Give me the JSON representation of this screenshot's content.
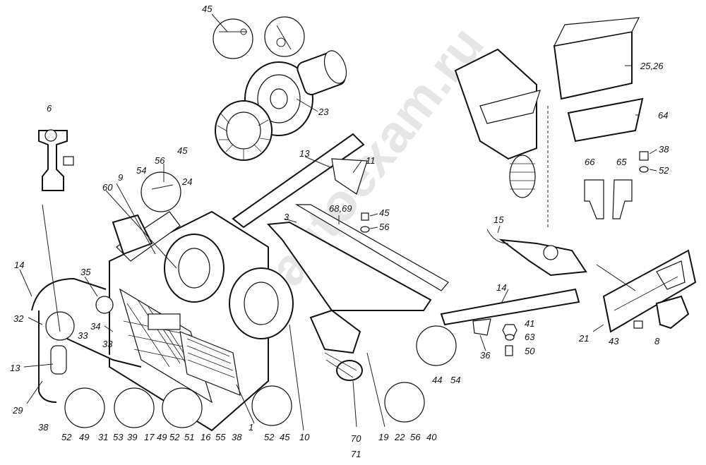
{
  "watermark": "www.autoexam.ru",
  "labels": {
    "l45a": "45",
    "l6": "6",
    "l23": "23",
    "l13a": "13",
    "l11": "11",
    "l56a": "56",
    "l45b": "45",
    "l54a": "54",
    "l24": "24",
    "l9": "9",
    "l60": "60",
    "l3": "3",
    "l6869": "68,69",
    "l45c": "45",
    "l56b": "56",
    "l2526": "25,26",
    "l64": "64",
    "l38a": "38",
    "l52a": "52",
    "l66": "66",
    "l65": "65",
    "l15": "15",
    "l14a": "14",
    "l35": "35",
    "l32": "32",
    "l34": "34",
    "l33a": "33",
    "l33b": "33",
    "l13b": "13",
    "l29": "29",
    "l38b": "38",
    "l52b": "52",
    "l49a": "49",
    "l31": "31",
    "l53": "53",
    "l39": "39",
    "l17": "17",
    "l49b": "49",
    "l52c": "52",
    "l51": "51",
    "l16": "16",
    "l55": "55",
    "l38c": "38",
    "l1": "1",
    "l52d": "52",
    "l45d": "45",
    "l10": "10",
    "l70": "70",
    "l71": "71",
    "l19": "19",
    "l22": "22",
    "l56c": "56",
    "l40": "40",
    "l44": "44",
    "l54b": "54",
    "l36": "36",
    "l14b": "14",
    "l41": "41",
    "l63": "63",
    "l50": "50",
    "l21": "21",
    "l43": "43",
    "l8": "8"
  }
}
